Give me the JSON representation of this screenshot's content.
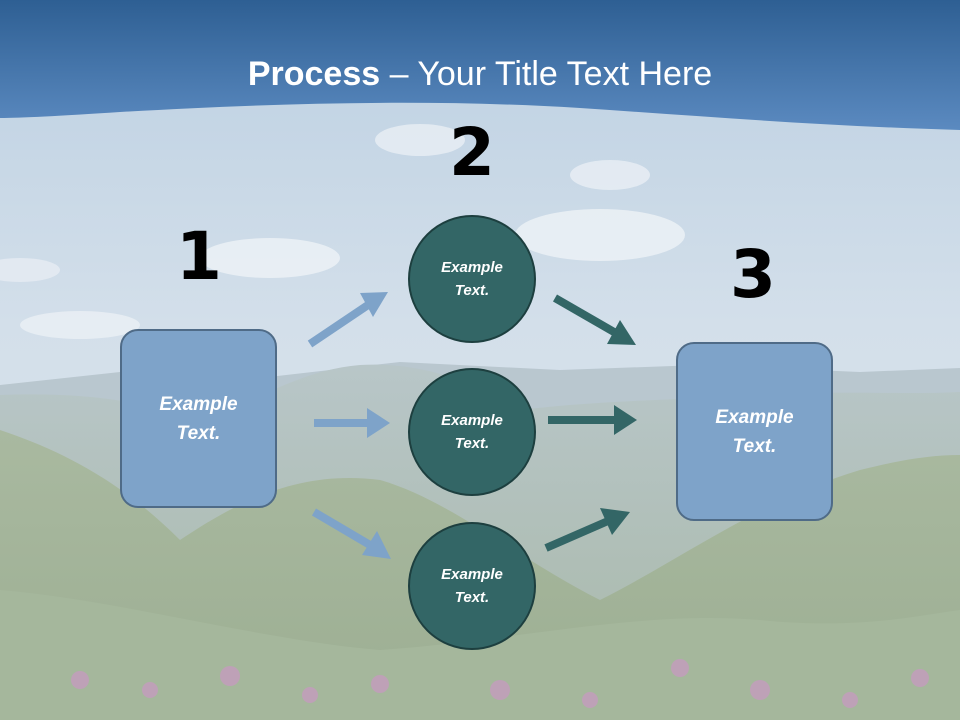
{
  "title": {
    "bold": "Process",
    "rest": " – Your Title Text Here"
  },
  "steps": [
    {
      "number": "1",
      "lines": [
        "Example",
        "Text."
      ]
    },
    {
      "number": "2",
      "circles": [
        {
          "lines": [
            "Example",
            "Text."
          ]
        },
        {
          "lines": [
            "Example",
            "Text."
          ]
        },
        {
          "lines": [
            "Example",
            "Text."
          ]
        }
      ]
    },
    {
      "number": "3",
      "lines": [
        "Example",
        "Text."
      ]
    }
  ],
  "colors": {
    "header_band": "#3f6ea3",
    "box_fill": "#7ea3c9",
    "circle_fill": "#336666",
    "arrow_light": "#7ea3c9",
    "arrow_dark": "#336666"
  }
}
